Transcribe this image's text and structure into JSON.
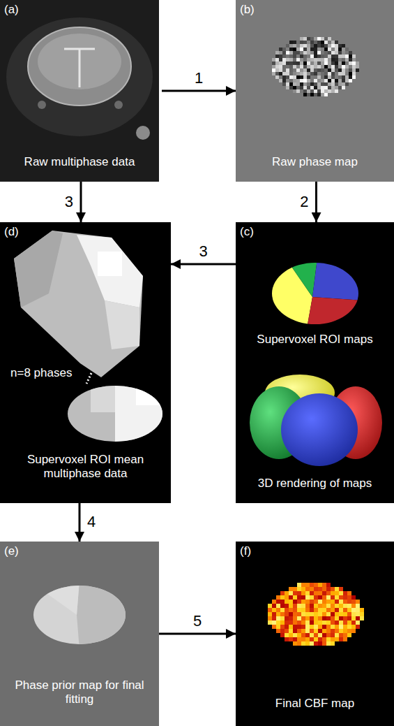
{
  "diagram": {
    "nodes": [
      {
        "text": [
          "(a)",
          "Raw multiphase data"
        ]
      },
      {
        "text": [
          "(b)",
          "Raw phase map"
        ]
      },
      {
        "text": [
          "(c)",
          "Supervoxel ROI maps",
          "3D rendering of maps"
        ]
      },
      {
        "text": [
          "(d)",
          "n=8 phases",
          "Supervoxel ROI mean multiphase data"
        ]
      },
      {
        "text": [
          "(e)",
          "Phase prior map for final fitting"
        ]
      },
      {
        "text": [
          "(f)",
          "Final CBF map"
        ]
      }
    ],
    "edges": [
      {
        "from": 0,
        "to": 1,
        "arrow": "to",
        "label": "1"
      },
      {
        "from": 1,
        "to": 2,
        "arrow": "to",
        "label": "2"
      },
      {
        "from": 0,
        "to": 3,
        "arrow": "to",
        "label": "3"
      },
      {
        "from": 2,
        "to": 3,
        "arrow": "to",
        "label": "3"
      },
      {
        "from": 3,
        "to": 4,
        "arrow": "to",
        "label": "4"
      },
      {
        "from": 4,
        "to": 5,
        "arrow": "to",
        "label": "5"
      }
    ]
  }
}
